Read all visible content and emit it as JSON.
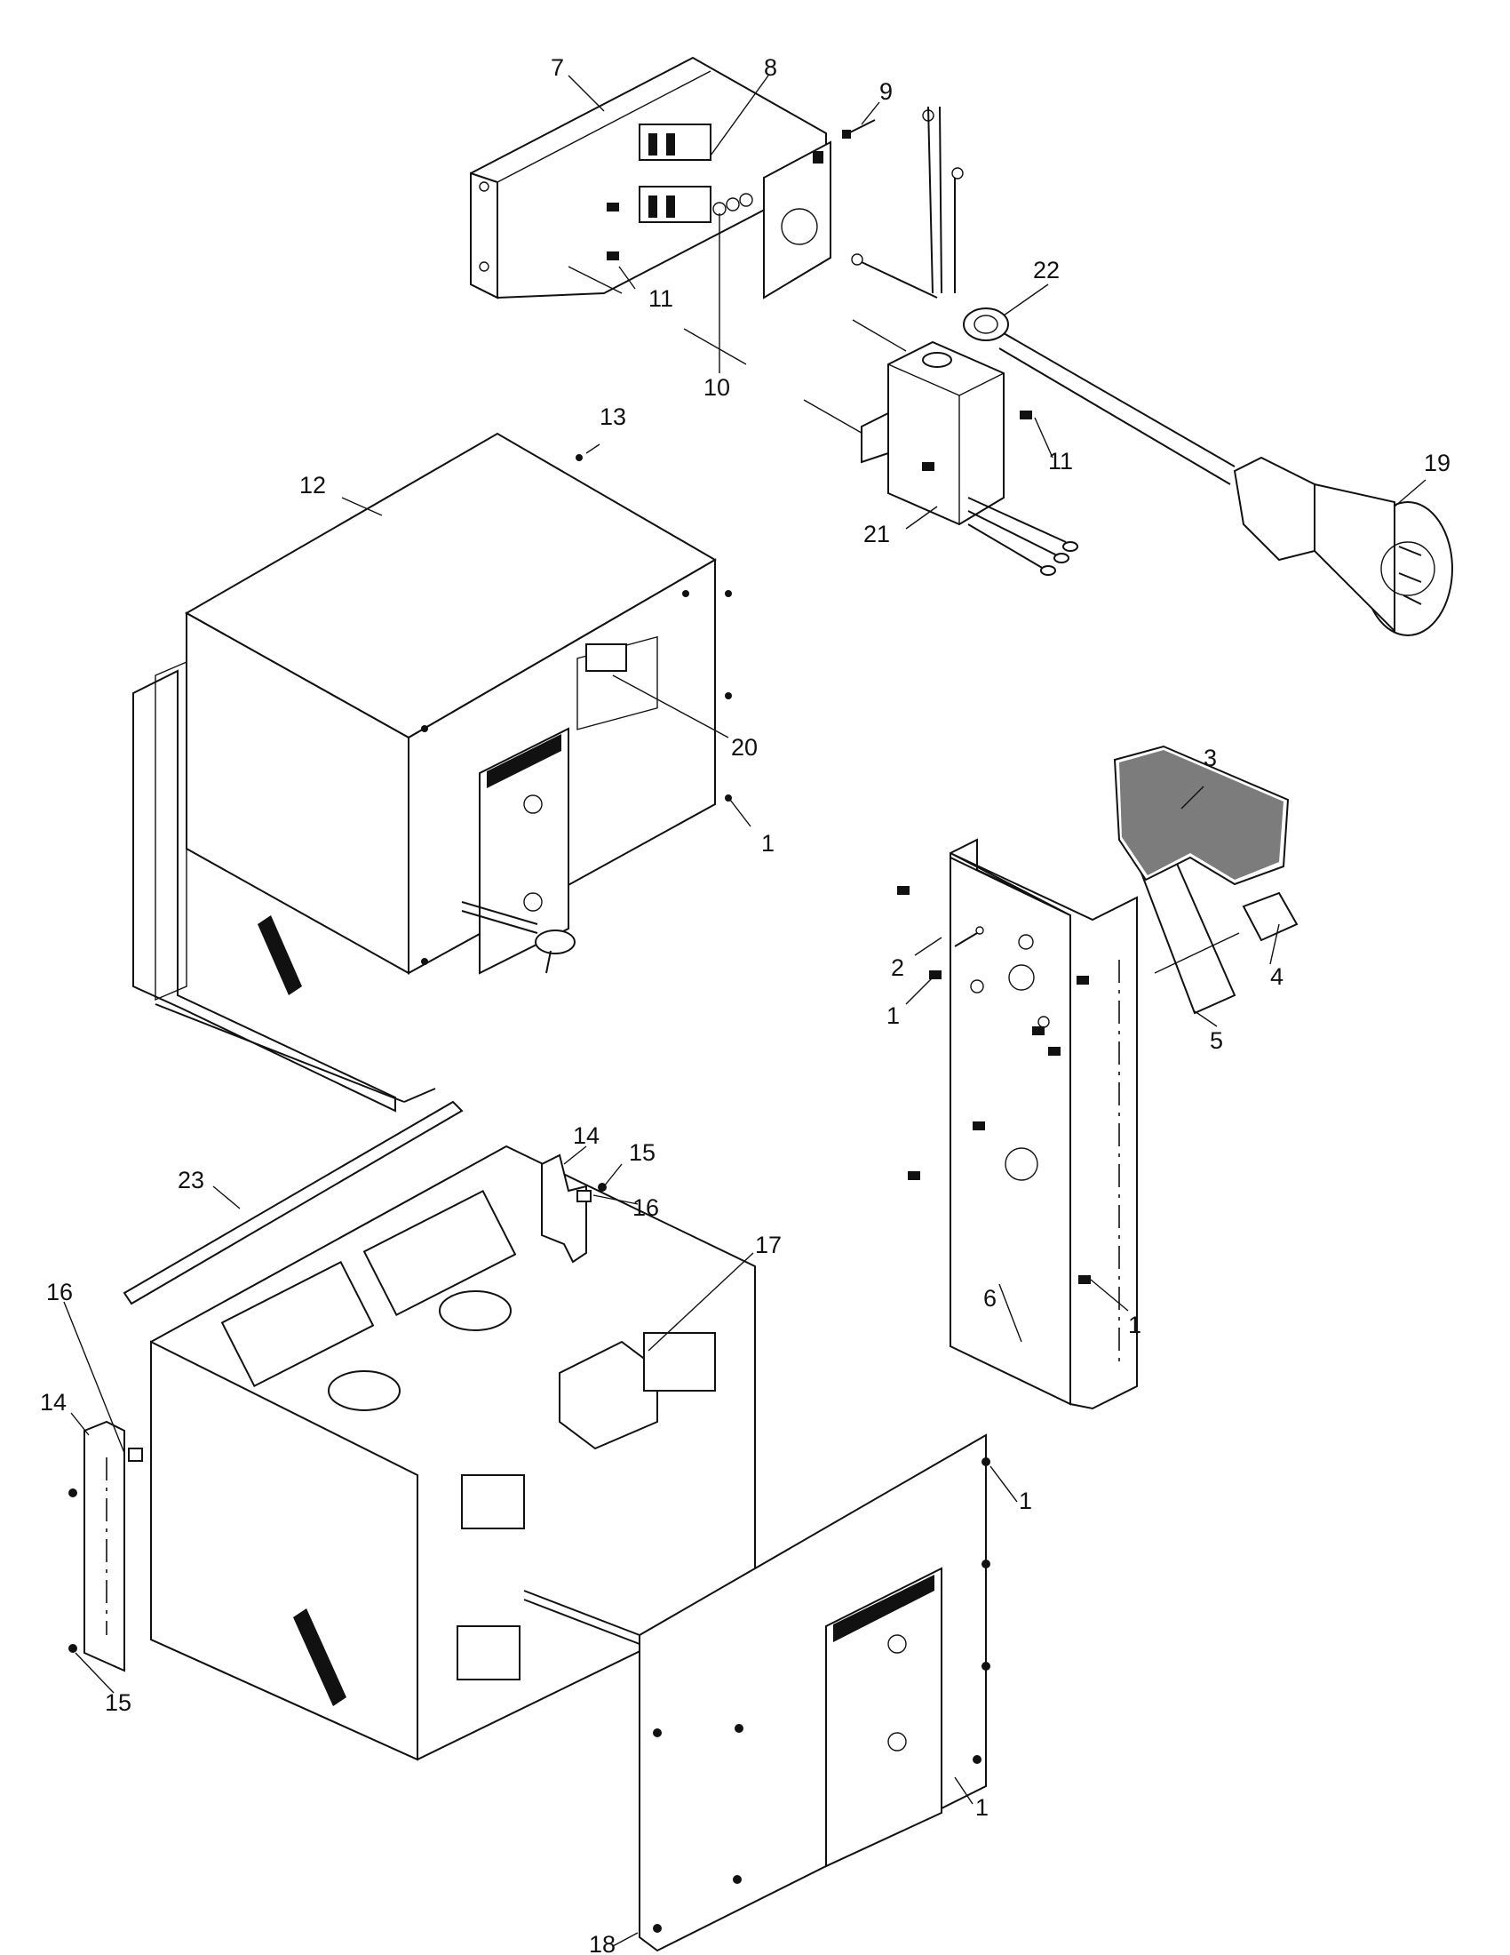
{
  "diagram": {
    "callouts": {
      "c1_top": "1",
      "c1_panel_a": "1",
      "c1_panel_b": "1",
      "c1_lower_a": "1",
      "c1_lower_b": "1",
      "c2": "2",
      "c3": "3",
      "c4": "4",
      "c5": "5",
      "c6": "6",
      "c7": "7",
      "c8": "8",
      "c9": "9",
      "c10": "10",
      "c11_a": "11",
      "c11_b": "11",
      "c12": "12",
      "c13": "13",
      "c14_a": "14",
      "c14_b": "14",
      "c15_a": "15",
      "c15_b": "15",
      "c16_a": "16",
      "c16_b": "16",
      "c17": "17",
      "c18": "18",
      "c19": "19",
      "c20": "20",
      "c21": "21",
      "c22": "22",
      "c23": "23"
    }
  }
}
